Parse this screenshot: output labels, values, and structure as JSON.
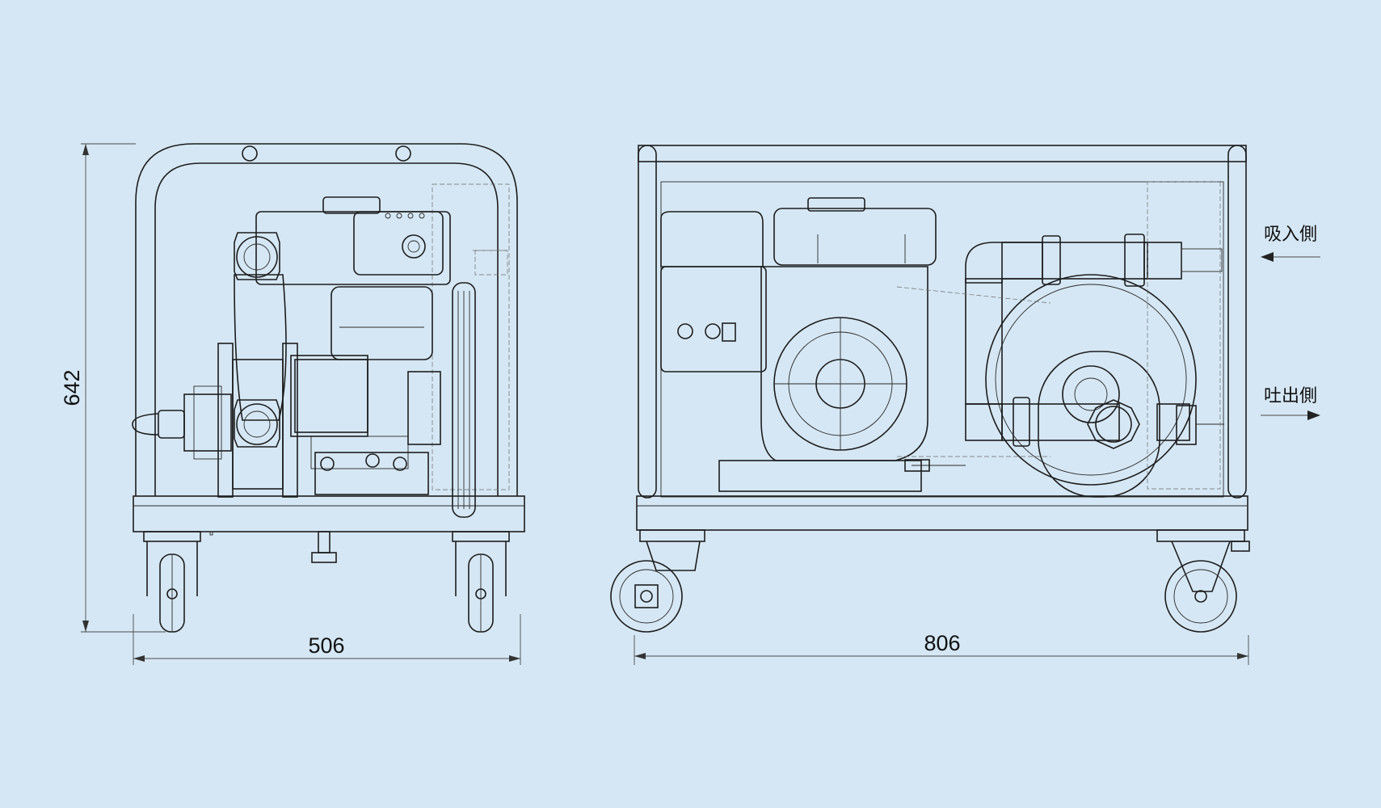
{
  "dimensions": {
    "height": "642",
    "width_front": "506",
    "length_side": "806"
  },
  "labels": {
    "suction_side": "吸入側",
    "discharge_side": "吐出側"
  },
  "colors": {
    "background": "#d5e7f4",
    "line": "#1d1d1d"
  }
}
